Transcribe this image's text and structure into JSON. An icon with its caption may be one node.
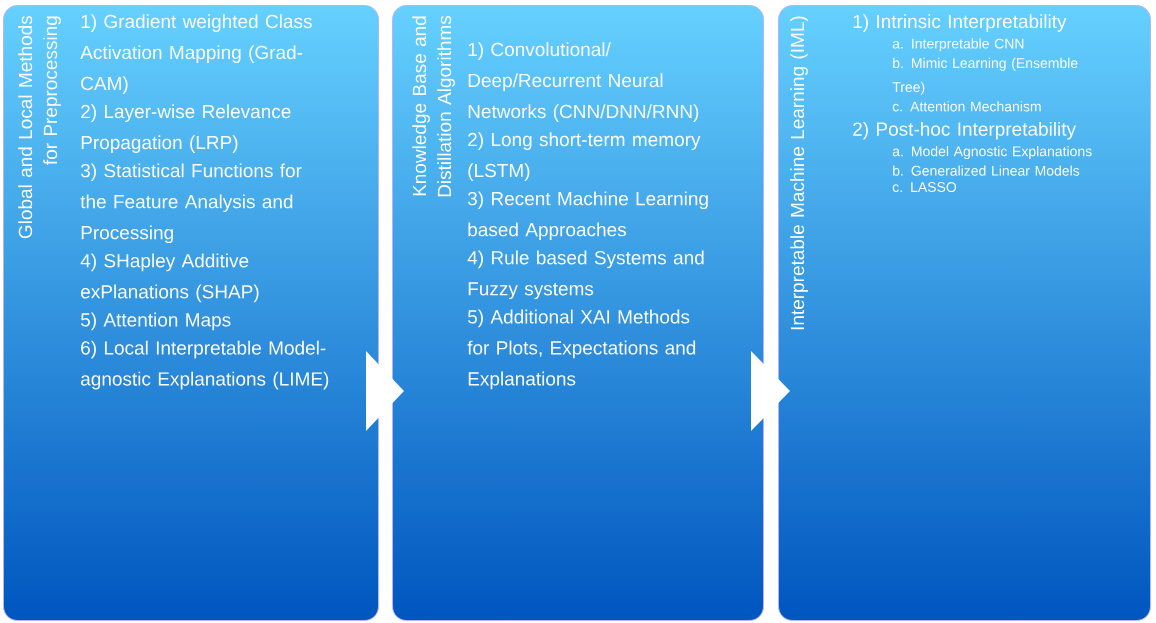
{
  "diagram": {
    "nodes": [
      {
        "text": [
          "Global and Local Methods for Preprocessing",
          "1) Gradient weighted Class Activation Mapping (Grad-CAM)",
          "2) Layer-wise Relevance Propagation (LRP)",
          "3) Statistical Functions for the Feature Analysis and Processing",
          "4) SHapley Additive exPlanations (SHAP)",
          "5) Attention Maps",
          "6) Local Interpretable Model-agnostic Explanations (LIME)"
        ]
      },
      {
        "text": [
          "Knowledge Base and Distillation Algorithms",
          "1) Convolutional/ Deep/Recurrent Neural Networks (CNN/DNN/RNN)",
          "2) Long short-term memory (LSTM)",
          "3) Recent Machine Learning based Approaches",
          "4) Rule based Systems and Fuzzy systems",
          "5) Additional XAI Methods for Plots, Expectations and Explanations"
        ]
      },
      {
        "text": [
          "Interpretable Machine Learning (IML)",
          "1) Intrinsic Interpretability",
          "a. Interpretable CNN",
          "b. Mimic Learning (Ensemble Tree)",
          "c. Attention Mechanism",
          "2) Post-hoc Interpretability",
          "a. Model Agnostic Explanations",
          "b. Generalized Linear Models",
          "c. LASSO"
        ]
      }
    ],
    "edges": [
      {
        "from": 0,
        "to": 1,
        "arrow": "to"
      },
      {
        "from": 1,
        "to": 2,
        "arrow": "to"
      }
    ]
  }
}
